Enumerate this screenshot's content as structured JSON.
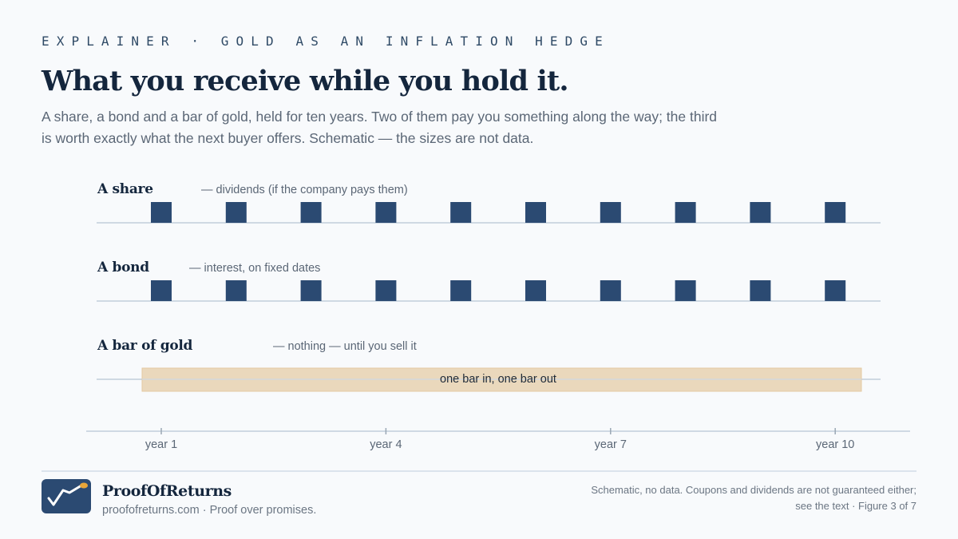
{
  "header": {
    "eyebrow": "EXPLAINER · GOLD AS AN INFLATION HEDGE",
    "title": "What you receive while you hold it.",
    "subtitle": "A share, a bond and a bar of gold, held for ten years. Two of them pay you something along the way; the third is worth exactly what the next buyer offers. Schematic — the sizes are not data."
  },
  "diagram": {
    "years": 10,
    "axis_ticks": [
      {
        "year": 1,
        "label": "year 1"
      },
      {
        "year": 4,
        "label": "year 4"
      },
      {
        "year": 7,
        "label": "year 7"
      },
      {
        "year": 10,
        "label": "year 10"
      }
    ],
    "rows": [
      {
        "label": "A share",
        "note": "— dividends (if the company pays them)",
        "kind": "payments",
        "payments": 10
      },
      {
        "label": "A bond",
        "note": "— interest, on fixed dates",
        "kind": "payments",
        "payments": 10
      },
      {
        "label": "A bar of gold",
        "note": "— nothing — until you sell it",
        "kind": "bar",
        "bar_text": "one bar in, one bar out"
      }
    ],
    "colors": {
      "payment": "#2b4a72",
      "gold_fill": "#ead8bc",
      "gold_stroke": "#e4c9a2",
      "baseline": "#cfd9e3"
    }
  },
  "brand": {
    "name": "ProofOfReturns",
    "tagline": "proofofreturns.com · Proof over promises.",
    "logo_icon": "chart-check-logo-icon"
  },
  "footnote": "Schematic, no data. Coupons and dividends are not guaranteed either; see the text · Figure 3 of 7"
}
